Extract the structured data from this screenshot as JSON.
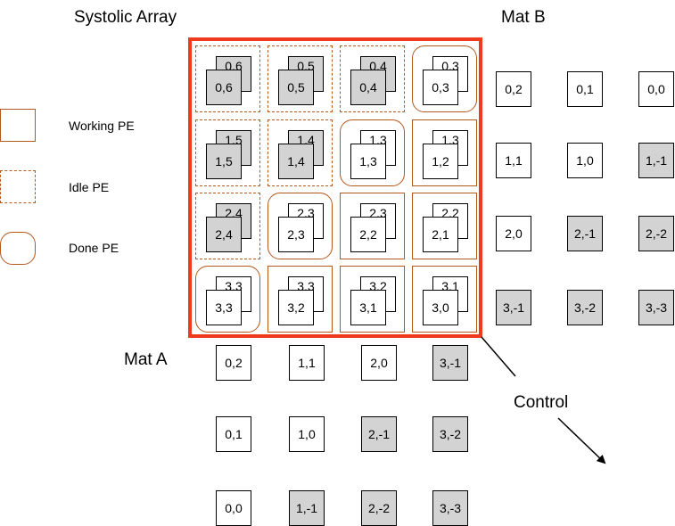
{
  "labels": {
    "systolic_array": "Systolic Array",
    "mat_b": "Mat B",
    "mat_a": "Mat A",
    "control": "Control"
  },
  "legend": {
    "working": "Working PE",
    "idle": "Idle PE",
    "done": "Done PE"
  },
  "colors": {
    "frame": "#f03a1e",
    "pe_border": "#b3581c",
    "shaded": "#d3d3d3"
  },
  "pe_grid": [
    [
      {
        "state": "idle",
        "back": "0,6",
        "front": "0,6",
        "shaded": true
      },
      {
        "state": "idle",
        "back": "0,5",
        "front": "0,5",
        "shaded": true
      },
      {
        "state": "idle",
        "back": "0,4",
        "front": "0,4",
        "shaded": true
      },
      {
        "state": "done",
        "back": "0,3",
        "front": "0,3",
        "shaded": false
      }
    ],
    [
      {
        "state": "idle",
        "back": "1,5",
        "front": "1,5",
        "shaded": true
      },
      {
        "state": "idle",
        "back": "1,4",
        "front": "1,4",
        "shaded": true
      },
      {
        "state": "done",
        "back": "1,3",
        "front": "1,3",
        "shaded": false
      },
      {
        "state": "working",
        "back": "1,3",
        "front": "1,2",
        "shaded": false
      }
    ],
    [
      {
        "state": "idle",
        "back": "2,4",
        "front": "2,4",
        "shaded": true
      },
      {
        "state": "done",
        "back": "2,3",
        "front": "2,3",
        "shaded": false
      },
      {
        "state": "working",
        "back": "2,3",
        "front": "2,2",
        "shaded": false
      },
      {
        "state": "working",
        "back": "2,2",
        "front": "2,1",
        "shaded": false
      }
    ],
    [
      {
        "state": "done",
        "back": "3,3",
        "front": "3,3",
        "shaded": false
      },
      {
        "state": "working",
        "back": "3,3",
        "front": "3,2",
        "shaded": false
      },
      {
        "state": "working",
        "back": "3,2",
        "front": "3,1",
        "shaded": false
      },
      {
        "state": "working",
        "back": "3,1",
        "front": "3,0",
        "shaded": false
      }
    ]
  ],
  "mat_b": [
    [
      {
        "text": "0,2",
        "shaded": false
      },
      {
        "text": "0,1",
        "shaded": false
      },
      {
        "text": "0,0",
        "shaded": false
      }
    ],
    [
      {
        "text": "1,1",
        "shaded": false
      },
      {
        "text": "1,0",
        "shaded": false
      },
      {
        "text": "1,-1",
        "shaded": true
      }
    ],
    [
      {
        "text": "2,0",
        "shaded": false
      },
      {
        "text": "2,-1",
        "shaded": true
      },
      {
        "text": "2,-2",
        "shaded": true
      }
    ],
    [
      {
        "text": "3,-1",
        "shaded": true
      },
      {
        "text": "3,-2",
        "shaded": true
      },
      {
        "text": "3,-3",
        "shaded": true
      }
    ]
  ],
  "mat_a": [
    [
      {
        "text": "0,2",
        "shaded": false
      },
      {
        "text": "1,1",
        "shaded": false
      },
      {
        "text": "2,0",
        "shaded": false
      },
      {
        "text": "3,-1",
        "shaded": true
      }
    ],
    [
      {
        "text": "0,1",
        "shaded": false
      },
      {
        "text": "1,0",
        "shaded": false
      },
      {
        "text": "2,-1",
        "shaded": true
      },
      {
        "text": "3,-2",
        "shaded": true
      }
    ],
    [
      {
        "text": "0,0",
        "shaded": false
      },
      {
        "text": "1,-1",
        "shaded": true
      },
      {
        "text": "2,-2",
        "shaded": true
      },
      {
        "text": "3,-3",
        "shaded": true
      }
    ]
  ]
}
